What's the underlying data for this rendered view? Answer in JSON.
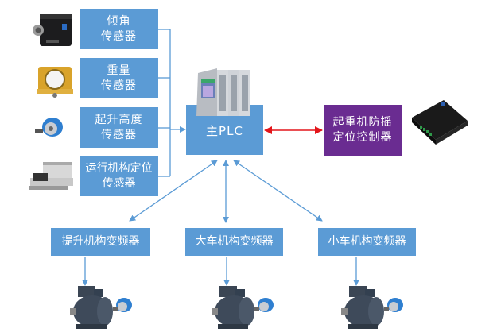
{
  "colors": {
    "box_blue": "#5b9bd5",
    "box_purple": "#6a2c91",
    "connector_blue": "#5b9bd5",
    "connector_red": "#e3151a",
    "text": "#ffffff"
  },
  "sensors": [
    {
      "line1": "倾角",
      "line2": "传感器",
      "icon": "tilt-sensor-device"
    },
    {
      "line1": "重量",
      "line2": "传感器",
      "icon": "weight-sensor-device"
    },
    {
      "line1": "起升高度",
      "line2": "传感器",
      "icon": "rotary-encoder"
    },
    {
      "line1": "运行机构定位",
      "line2": "传感器",
      "icon": "position-sensor-device"
    }
  ],
  "plc": {
    "label": "主PLC",
    "icon": "plc-unit"
  },
  "controller": {
    "line1": "起重机防摇",
    "line2": "定位控制器",
    "icon": "controller-box"
  },
  "drives": [
    {
      "label": "提升机构变频器",
      "icon": "motor-with-encoder"
    },
    {
      "label": "大车机构变频器",
      "icon": "motor-with-encoder"
    },
    {
      "label": "小车机构变频器",
      "icon": "motor-with-encoder"
    }
  ]
}
